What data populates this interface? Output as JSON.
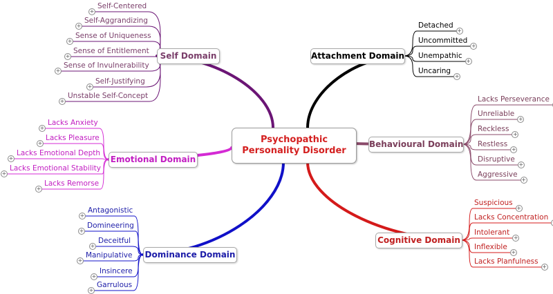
{
  "center": {
    "line1": "Psychopathic",
    "line2": "Personality Disorder",
    "color": "#d42020"
  },
  "domains": {
    "self": {
      "label": "Self Domain",
      "color": "#7a3e6a",
      "branch_color": "#6b1575",
      "items": [
        "Self-Centered",
        "Self-Aggrandizing",
        "Sense of Uniqueness",
        "Sense of Entitlement",
        "Sense of Invulnerability",
        "Self-Justifying",
        "Unstable Self-Concept"
      ]
    },
    "emotional": {
      "label": "Emotional Domain",
      "color": "#c21ec2",
      "branch_color": "#d42ad4",
      "items": [
        "Lacks Anxiety",
        "Lacks Pleasure",
        "Lacks Emotional Depth",
        "Lacks Emotional Stability",
        "Lacks Remorse"
      ]
    },
    "dominance": {
      "label": "Dominance Domain",
      "color": "#1c1ca8",
      "branch_color": "#1010c8",
      "items": [
        "Antagonistic",
        "Domineering",
        "Deceitful",
        "Manipulative",
        "Insincere",
        "Garrulous"
      ]
    },
    "attachment": {
      "label": "Attachment Domain",
      "color": "#000000",
      "branch_color": "#000000",
      "items": [
        "Detached",
        "Uncommitted",
        "Unempathic",
        "Uncaring"
      ]
    },
    "behavioural": {
      "label": "Behavioural Domain",
      "color": "#7a3e5a",
      "branch_color": "#8a4a6a",
      "items": [
        "Lacks Perseverance",
        "Unreliable",
        "Reckless",
        "Restless",
        "Disruptive",
        "Aggressive"
      ]
    },
    "cognitive": {
      "label": "Cognitive Domain",
      "color": "#c02020",
      "branch_color": "#d41a1a",
      "items": [
        "Suspicious",
        "Lacks Concentration",
        "Intolerant",
        "Inflexible",
        "Lacks Planfulness"
      ]
    }
  },
  "expand_icon": "plus-circle-icon"
}
